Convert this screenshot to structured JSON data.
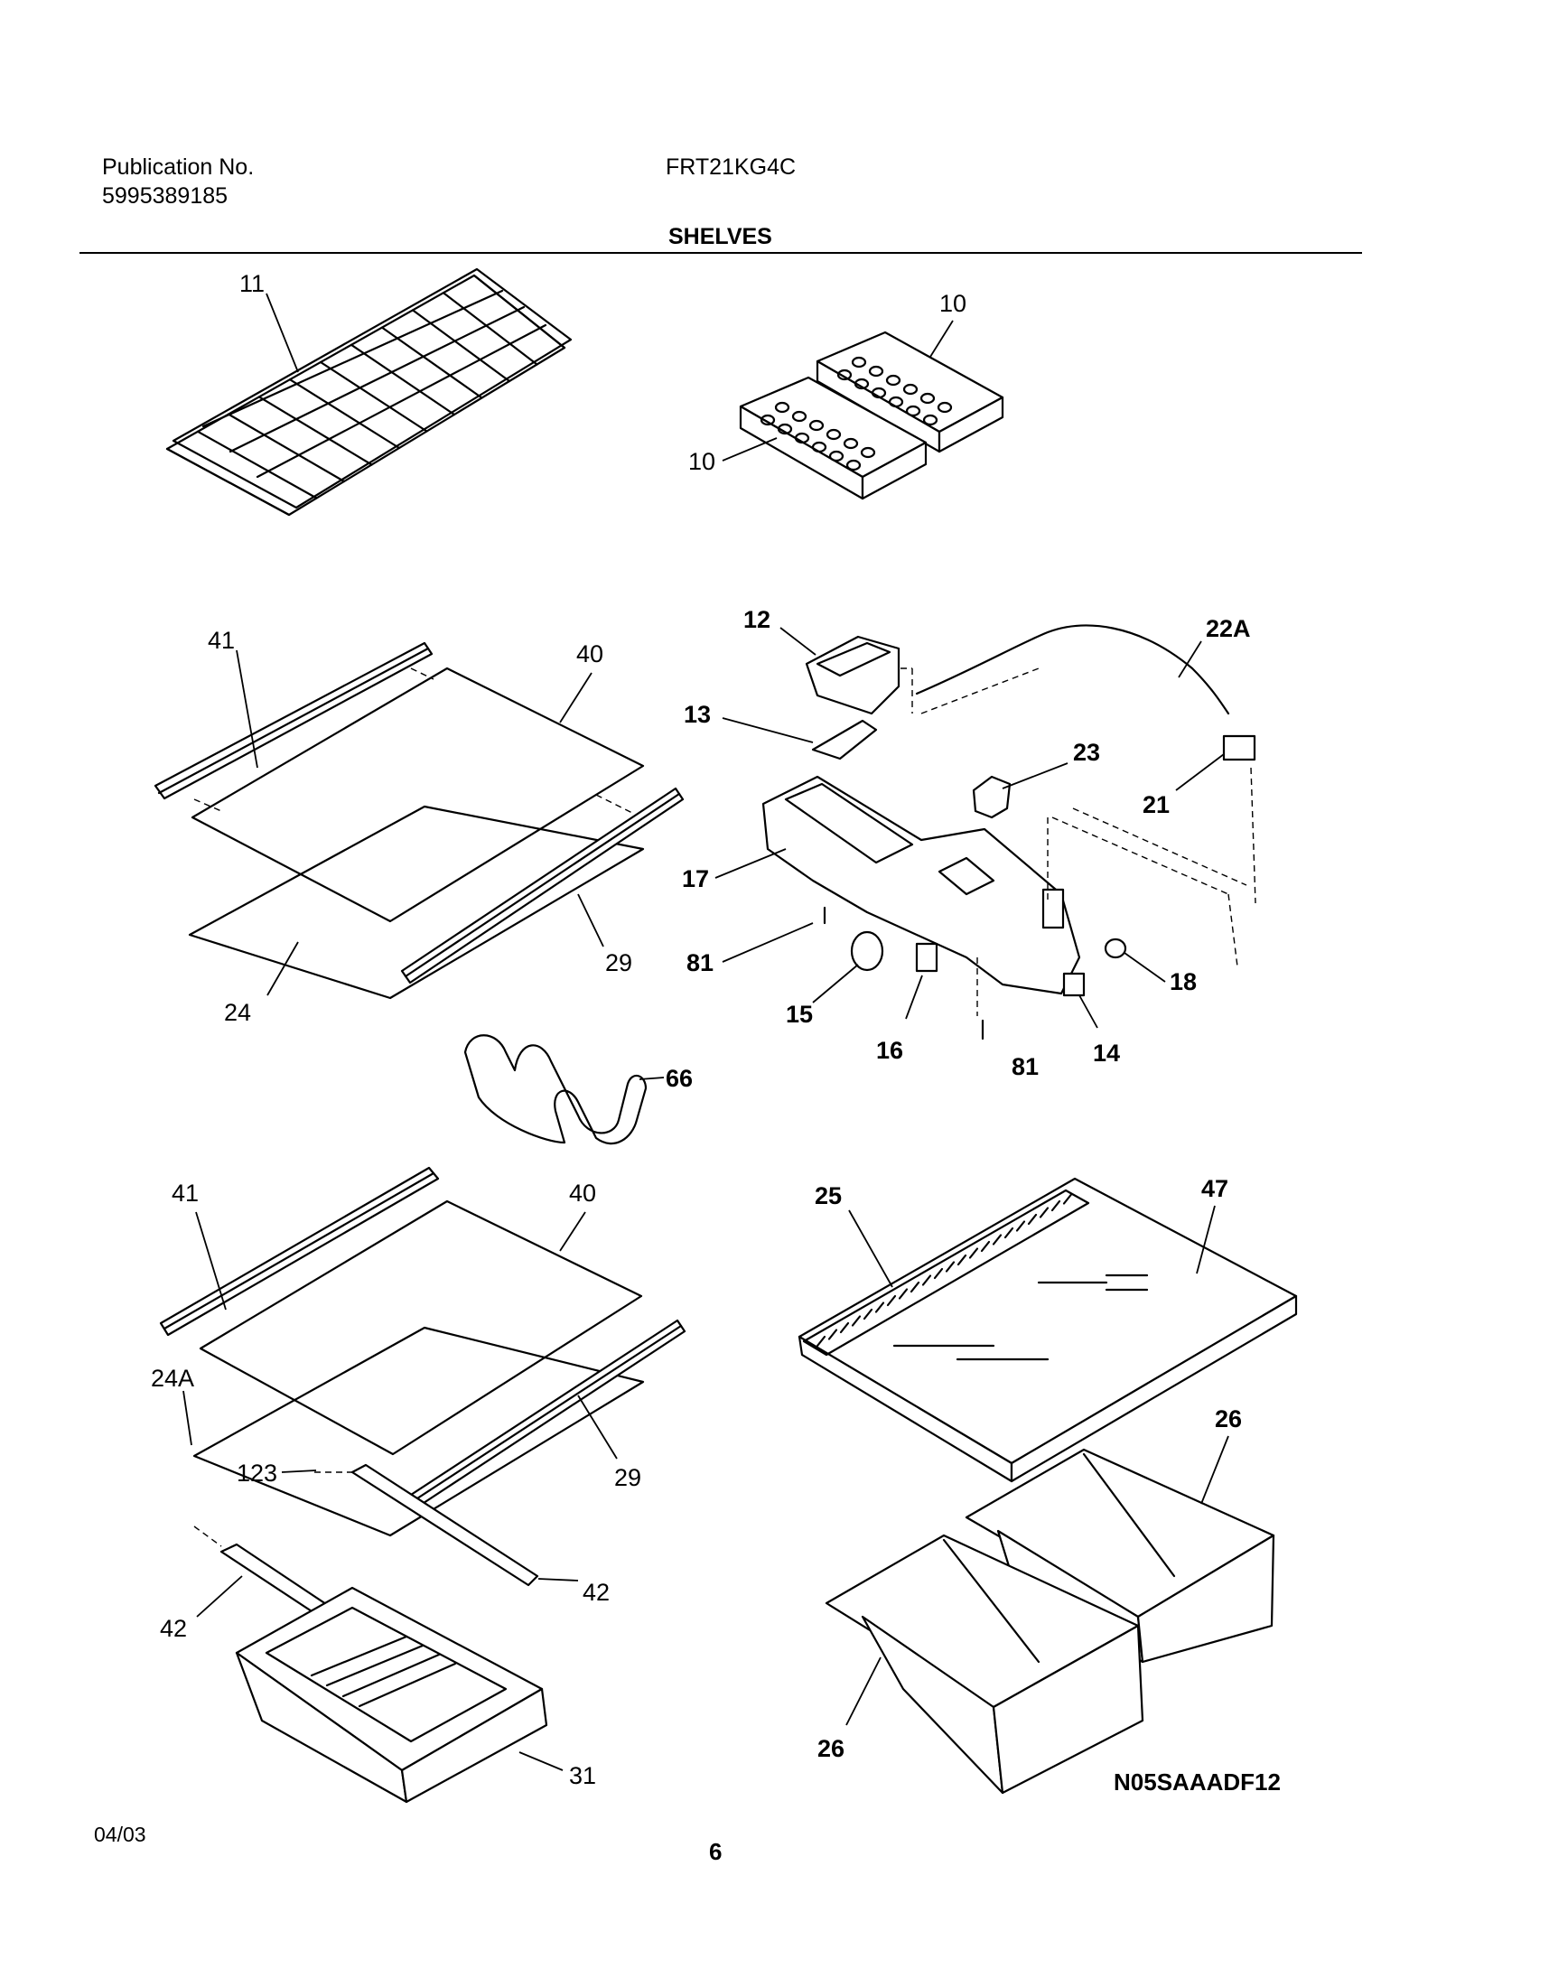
{
  "header": {
    "publication_label": "Publication No.",
    "publication_number": "5995389185",
    "model": "FRT21KG4C",
    "section_title": "SHELVES"
  },
  "callouts": {
    "c11": "11",
    "c10a": "10",
    "c10b": "10",
    "c41a": "41",
    "c40a": "40",
    "c29a": "29",
    "c24": "24",
    "c66": "66",
    "c12": "12",
    "c22A": "22A",
    "c13": "13",
    "c23": "23",
    "c21": "21",
    "c17": "17",
    "c81a": "81",
    "c81b": "81",
    "c15": "15",
    "c16": "16",
    "c18": "18",
    "c14": "14",
    "c41b": "41",
    "c40b": "40",
    "c24A": "24A",
    "c123": "123",
    "c29b": "29",
    "c42a": "42",
    "c42b": "42",
    "c31": "31",
    "c25": "25",
    "c47": "47",
    "c26a": "26",
    "c26b": "26"
  },
  "footer": {
    "date": "04/03",
    "page": "6",
    "drawing_code": "N05SAAADF12"
  }
}
